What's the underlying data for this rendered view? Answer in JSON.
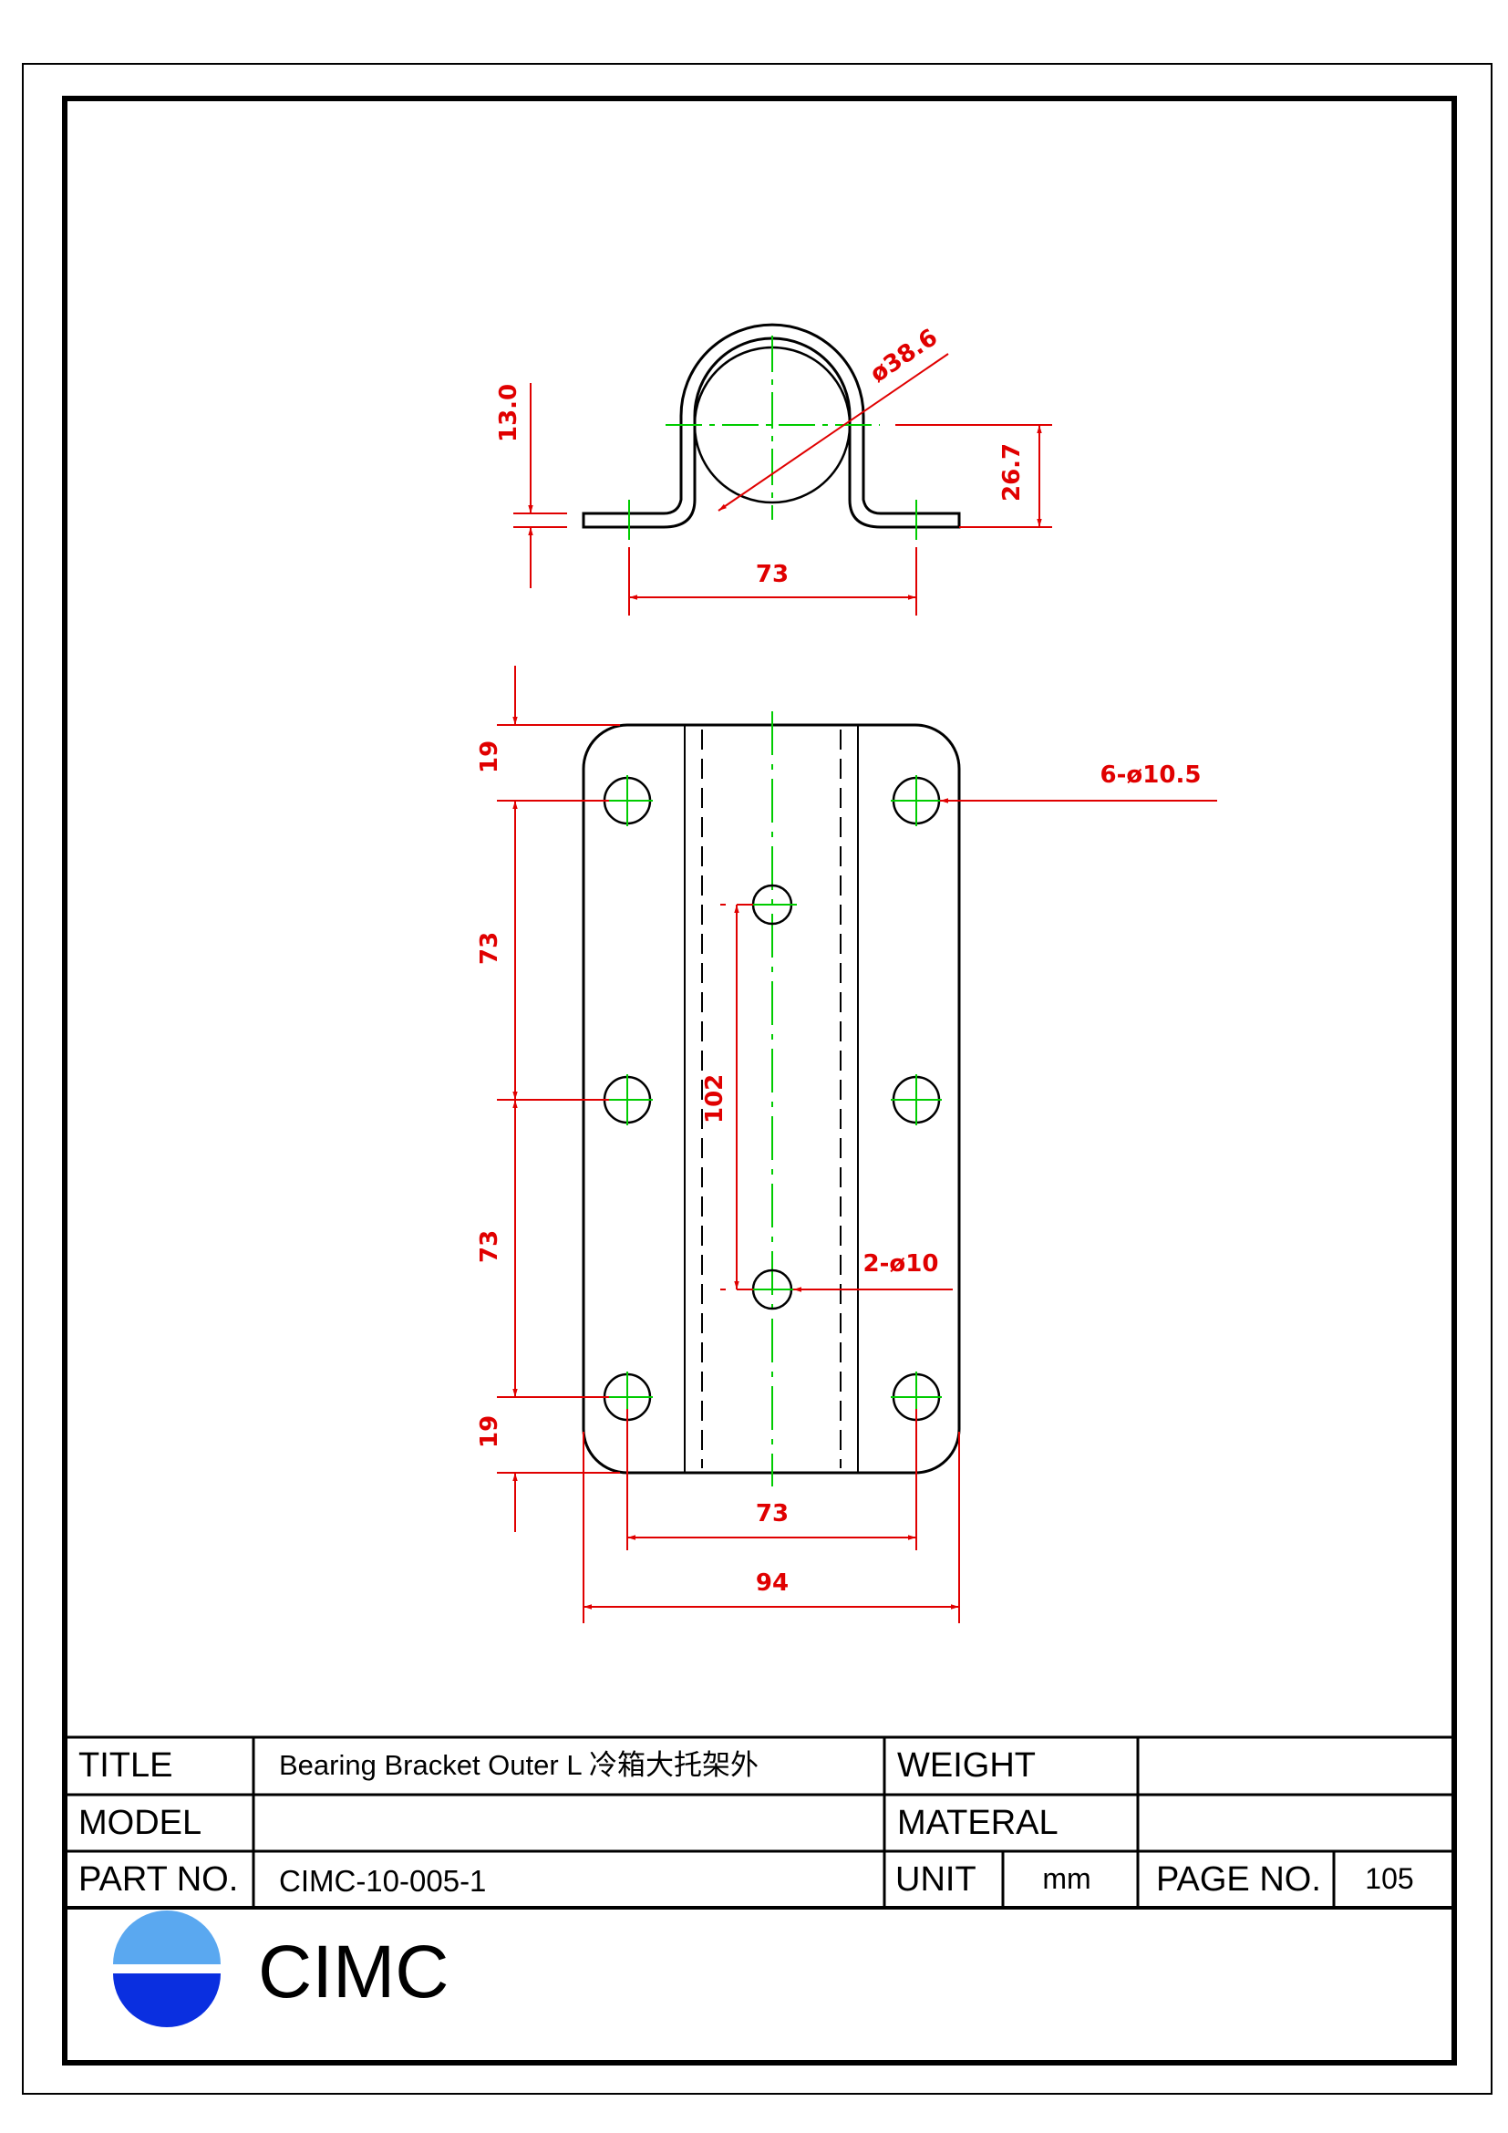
{
  "title_block": {
    "title_label": "TITLE",
    "title_value": "Bearing Bracket Outer L 冷箱大托架外",
    "weight_label": "WEIGHT",
    "weight_value": "",
    "model_label": "MODEL",
    "model_value": "",
    "material_label": "MATERAL",
    "material_value": "",
    "part_no_label": "PART NO.",
    "part_no_value": "CIMC-10-005-1",
    "unit_label": "UNIT",
    "unit_value": "mm",
    "page_no_label": "PAGE NO.",
    "page_no_value": "105"
  },
  "brand": {
    "name": "CIMC",
    "logo_top_color": "#5aa8f0",
    "logo_bottom_color": "#0a2fe0"
  },
  "dimensions": {
    "top_view": {
      "thickness": "13.0",
      "pipe_diameter": "ø38.6",
      "height": "26.7",
      "hole_spacing": "73"
    },
    "plan_view": {
      "edge_top": "19",
      "pitch_1": "73",
      "pitch_2": "73",
      "edge_bottom": "19",
      "slot_spacing": "102",
      "outer_holes": "6-ø10.5",
      "inner_holes": "2-ø10",
      "hole_width": "73",
      "overall_width": "94"
    }
  },
  "colors": {
    "outline": "#000000",
    "dimension": "#e00000",
    "centerline": "#00cc00"
  }
}
